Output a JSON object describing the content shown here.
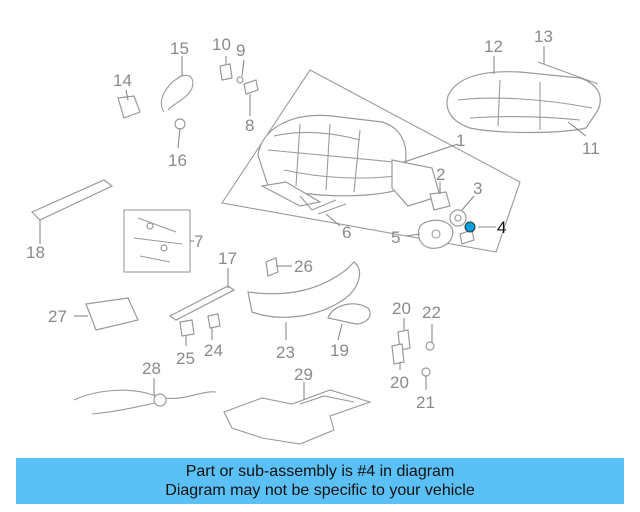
{
  "callouts": {
    "c1": "1",
    "c2": "2",
    "c3": "3",
    "c4": "4",
    "c5": "5",
    "c6": "6",
    "c7": "7",
    "c8": "8",
    "c9": "9",
    "c10": "10",
    "c11": "11",
    "c12": "12",
    "c13": "13",
    "c14": "14",
    "c15": "15",
    "c16": "16",
    "c17": "17",
    "c18": "18",
    "c19": "19",
    "c20a": "20",
    "c20b": "20",
    "c21": "21",
    "c22": "22",
    "c23": "23",
    "c24": "24",
    "c25": "25",
    "c26": "26",
    "c27": "27",
    "c28": "28",
    "c29": "29"
  },
  "highlight": {
    "part": "4",
    "color": "#00a0e0"
  },
  "banner": {
    "line1": "Part or sub-assembly is #4 in diagram",
    "line2": "Diagram may not be specific to your vehicle",
    "color": "#5bc0f5"
  }
}
